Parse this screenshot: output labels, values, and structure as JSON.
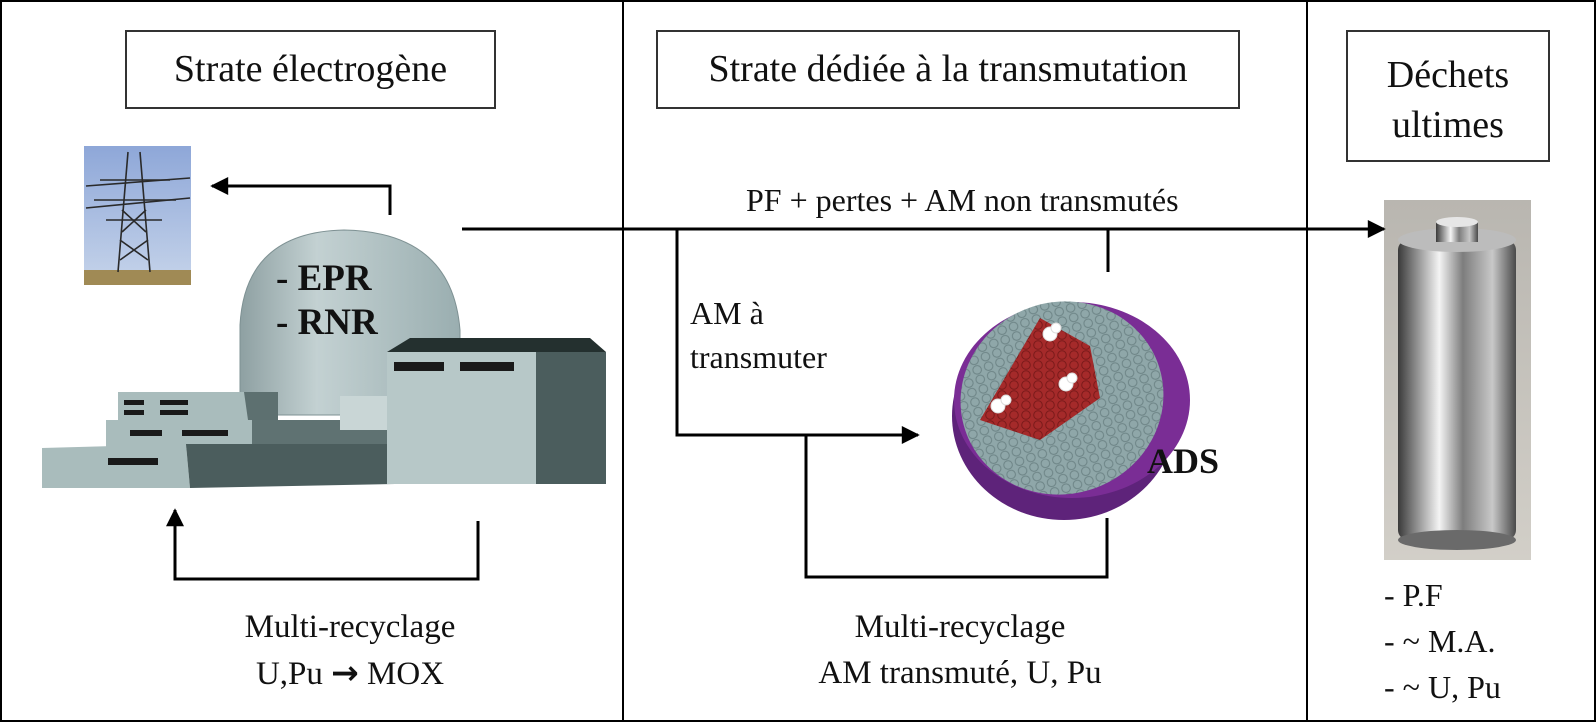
{
  "sections": {
    "electrogene_title": "Strate électrogène",
    "transmutation_title": "Strate dédiée à la transmutation",
    "dechets_title_line1": "Déchets",
    "dechets_title_line2": "ultimes"
  },
  "reactor": {
    "type_line1": "- EPR",
    "type_line2": "- RNR"
  },
  "flows": {
    "to_waste": "PF + pertes + AM non transmutés",
    "am_line1": "AM à",
    "am_line2": "transmuter",
    "ads_label": "ADS"
  },
  "recycling": {
    "left_line1": "Multi-recyclage",
    "left_line2_prefix": "U,Pu ",
    "left_arrow": "→",
    "left_line2_suffix": " MOX",
    "center_line1": "Multi-recyclage",
    "center_line2": "AM transmuté, U, Pu"
  },
  "waste_contents": [
    "- P.F",
    "- ~ M.A.",
    "- ~ U, Pu"
  ],
  "colors": {
    "dome": "#b4c3c4",
    "building_light": "#a9bcbc",
    "building_dark": "#4b5d5d",
    "ads_rim": "#5e237a",
    "ads_core": "#a52a2a",
    "ads_face": "#8fa7a9"
  }
}
